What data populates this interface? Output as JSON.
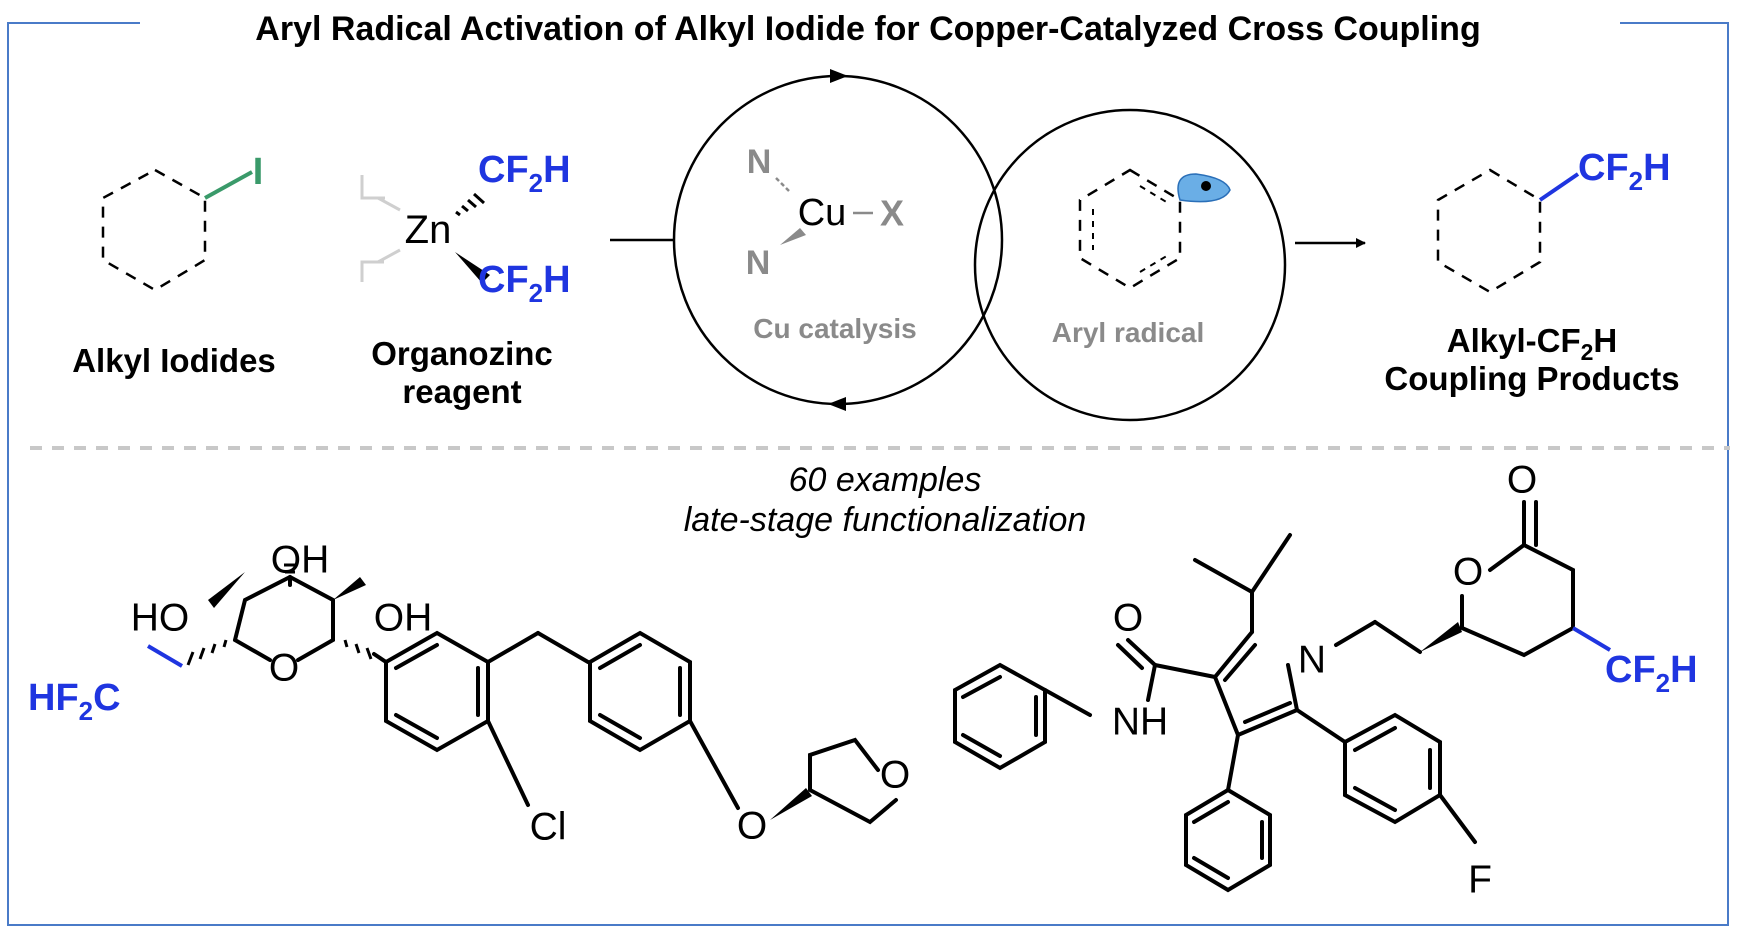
{
  "title": "Aryl Radical Activation of Alkyl Iodide for Copper-Catalyzed Cross Coupling",
  "colors": {
    "frame": "#4a7bc8",
    "accent_blue": "#1f35e0",
    "iodide_green": "#3a9a6a",
    "grey_text": "#8a8a8a",
    "divider": "#c8c8c8"
  },
  "top": {
    "alkyl_iodide": {
      "label": "Alkyl Iodides",
      "atom_I": "I"
    },
    "organozinc": {
      "label_line1": "Organozinc",
      "label_line2": "reagent",
      "metal": "Zn",
      "group_main": "CF",
      "group_sub": "2",
      "group_tail": "H"
    },
    "cycles": {
      "cu_label": "Cu catalysis",
      "aryl_label": "Aryl radical",
      "ligand_atom": "N",
      "metal": "Cu",
      "halide": "X"
    },
    "product": {
      "label_line1_main": "Alkyl-CF",
      "label_line1_sub": "2",
      "label_line1_tail": "H",
      "label_line2": "Coupling Products",
      "group_main": "CF",
      "group_sub": "2",
      "group_tail": "H"
    }
  },
  "bottom": {
    "summary_line1": "60 examples",
    "summary_line2": "late-stage functionalization",
    "molecule1": {
      "oh": "OH",
      "ho": "HO",
      "o": "O",
      "cl": "Cl",
      "hf2c_main": "HF",
      "hf2c_sub": "2",
      "hf2c_tail": "C"
    },
    "molecule2": {
      "o": "O",
      "n": "N",
      "nh": "NH",
      "f": "F",
      "cf2h_main": "CF",
      "cf2h_sub": "2",
      "cf2h_tail": "H"
    }
  }
}
